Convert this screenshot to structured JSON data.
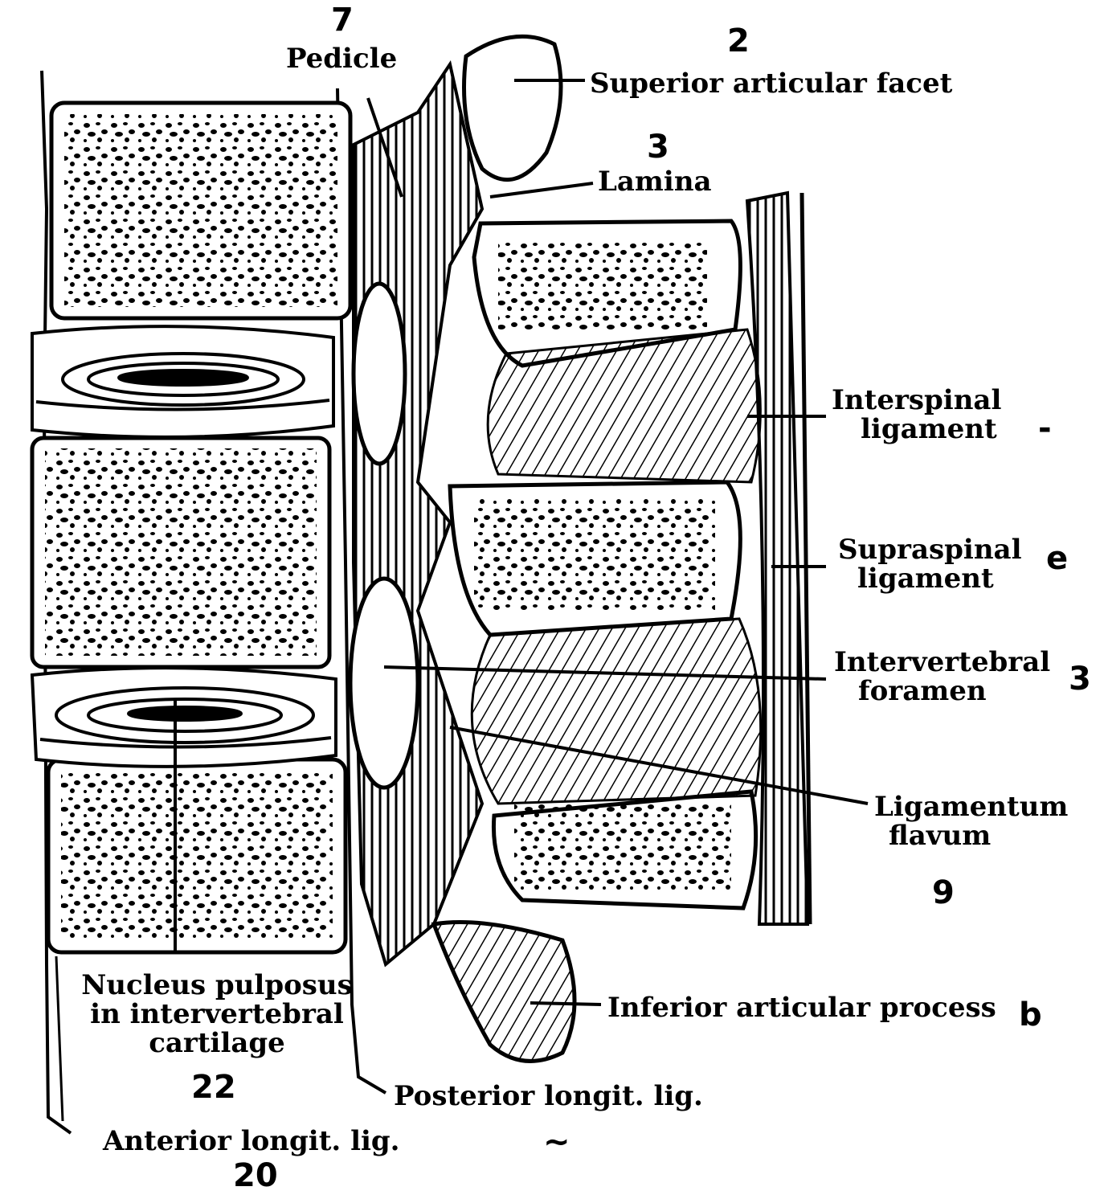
{
  "labels": {
    "pedicle": "Pedicle",
    "superior_articular_facet": "Superior articular facet",
    "lamina": "Lamina",
    "interspinal_ligament": [
      "Interspinal",
      "ligament"
    ],
    "supraspinal_ligament": [
      "Supraspinal",
      "ligament"
    ],
    "intervertebral_foramen": [
      "Intervertebral",
      "foramen"
    ],
    "ligamentum_flavum": [
      "Ligamentum",
      "flavum"
    ],
    "inferior_articular_process": "Inferior articular process",
    "nucleus_pulposus": [
      "Nucleus pulposus",
      "in intervertebral",
      "cartilage"
    ],
    "posterior_longit_lig": "Posterior longit. lig.",
    "anterior_longit_lig": "Anterior longit. lig."
  },
  "handwritten_marks": {
    "pedicle": "7",
    "superior_articular_facet": "2",
    "lamina": "3",
    "interspinal_ligament": "-",
    "supraspinal_ligament": "e",
    "intervertebral_foramen": "3",
    "ligamentum_flavum": "9",
    "inferior_articular_process": "b",
    "nucleus_pulposus": "22",
    "posterior_longit_lig": "~",
    "anterior_longit_lig": "20"
  }
}
